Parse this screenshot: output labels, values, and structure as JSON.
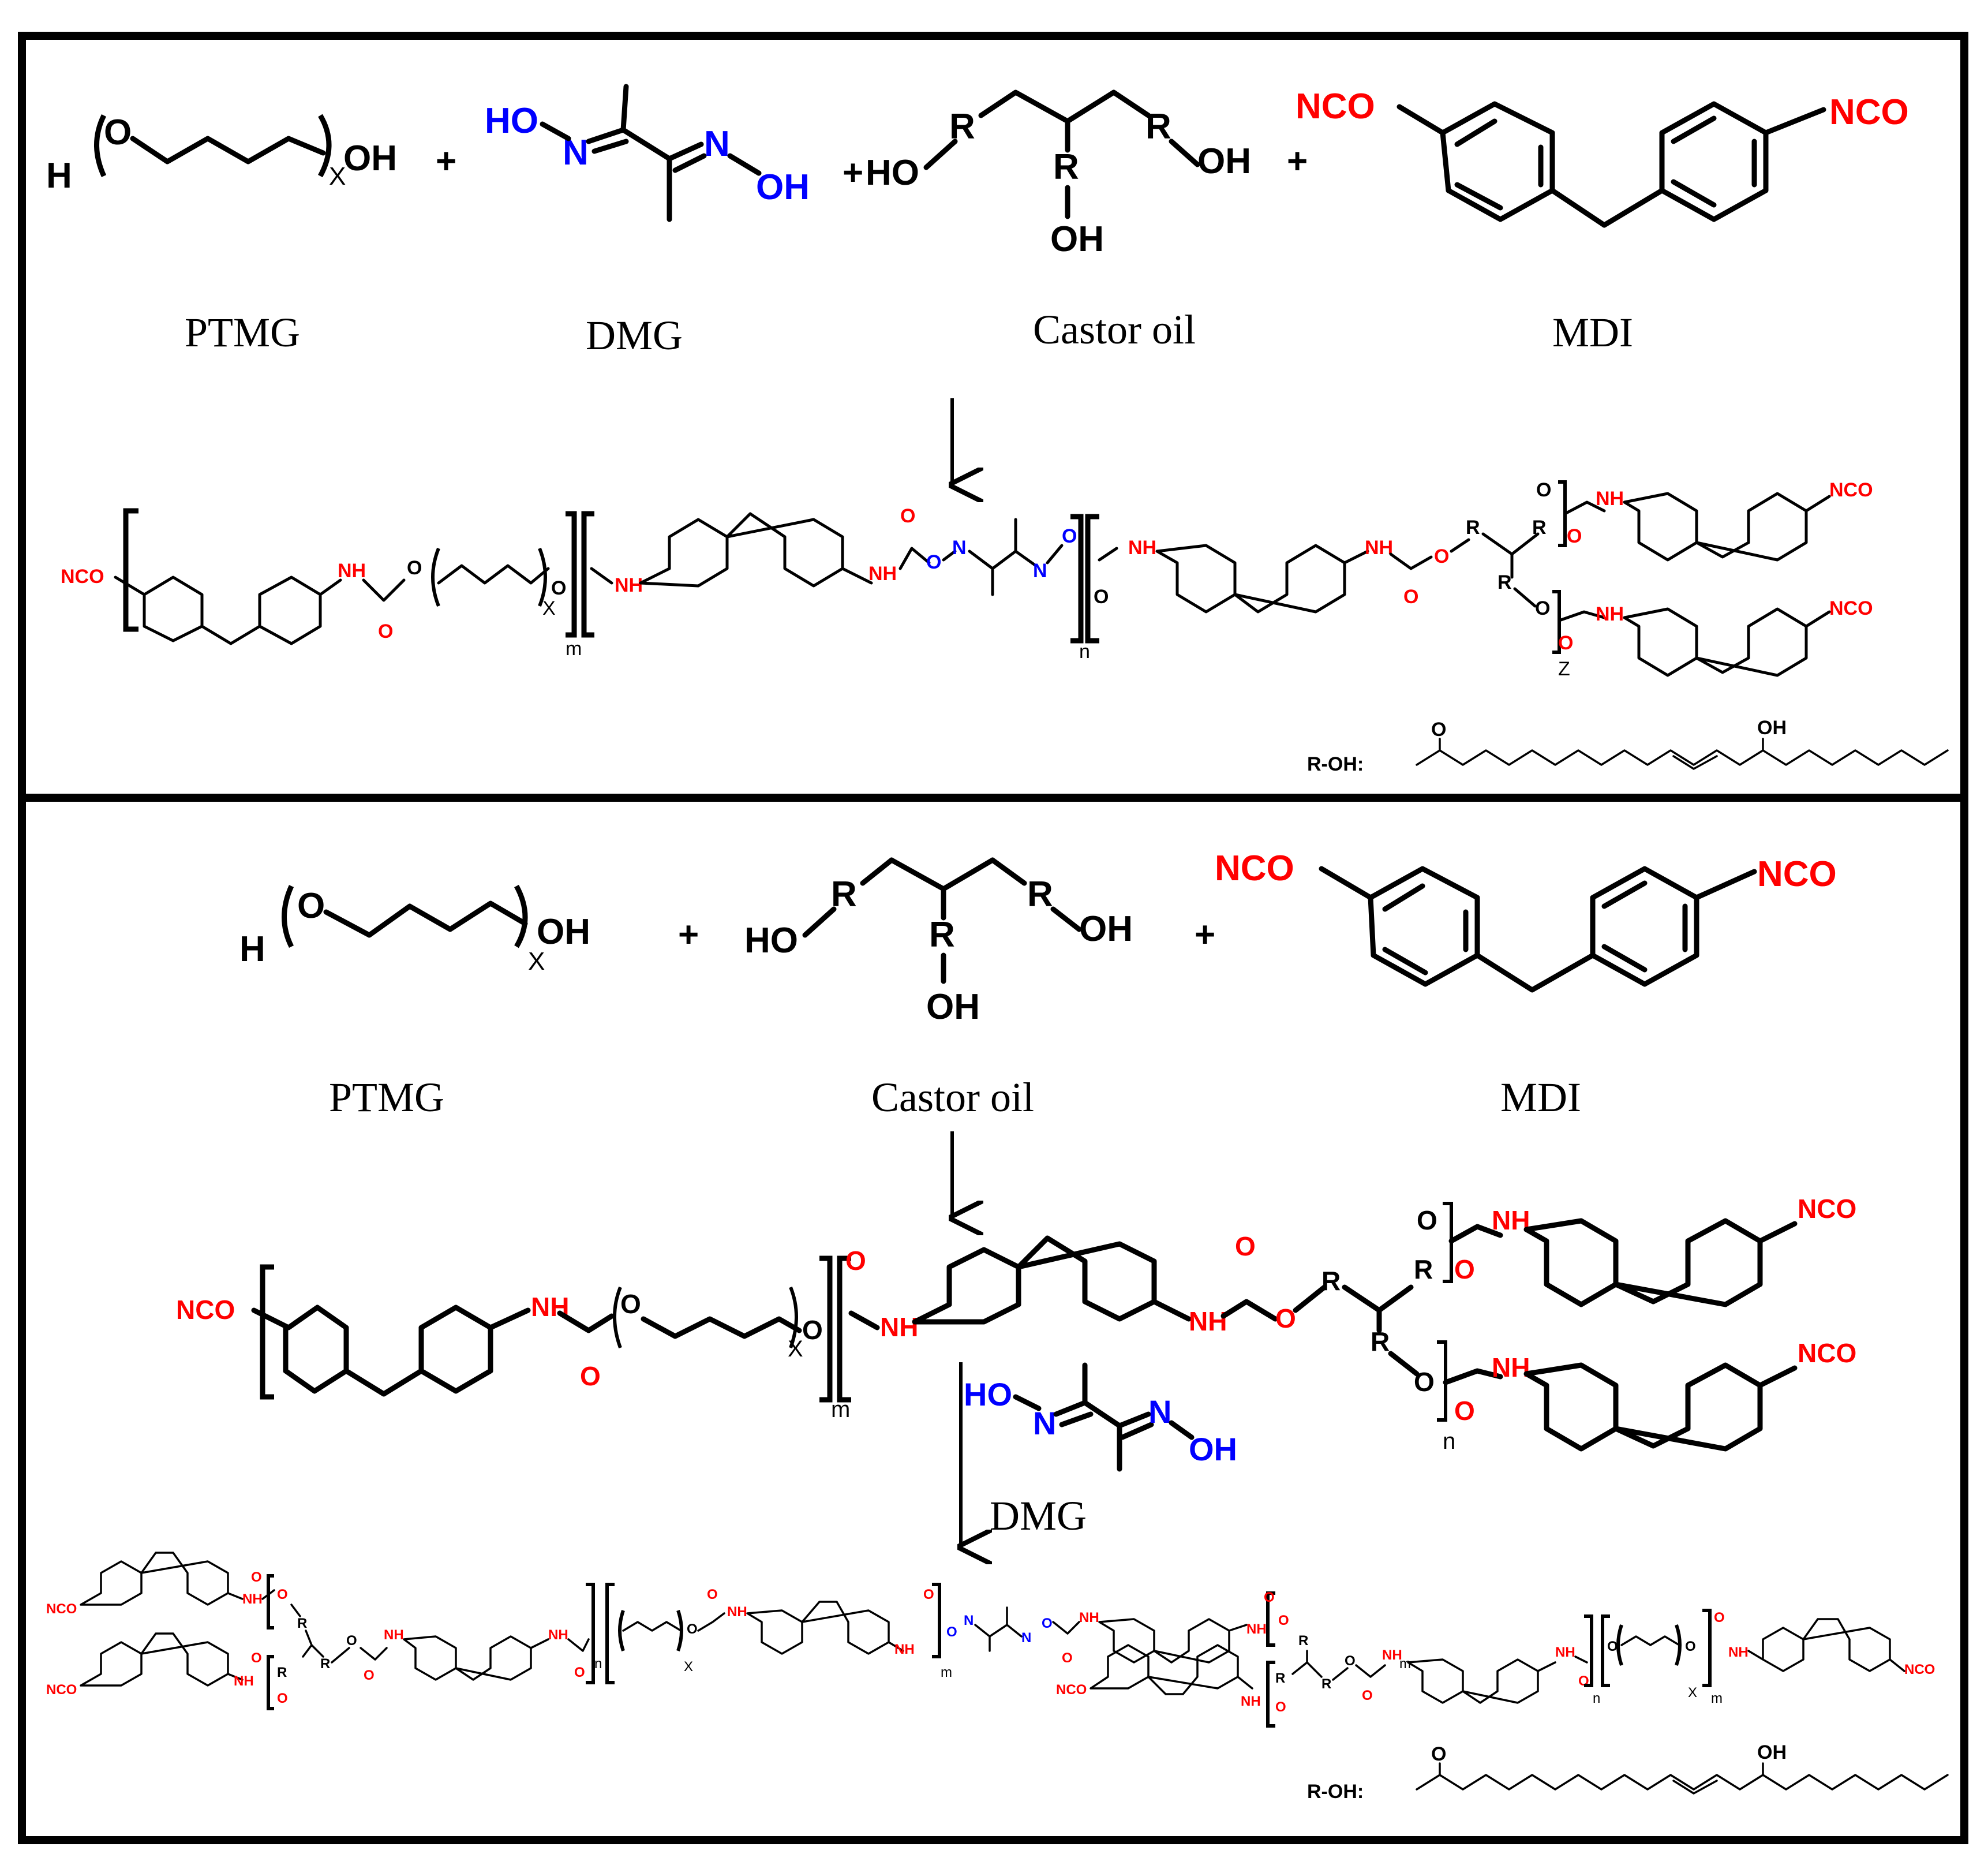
{
  "colors": {
    "nco_red": "#ff0000",
    "oxime_blue": "#0000ff",
    "ink": "#000000"
  },
  "panel_top": {
    "atoms": {
      "h": "H",
      "o": "O",
      "oh": "OH",
      "x": "X",
      "plus": "+",
      "ho": "HO",
      "n": "N",
      "r": "R",
      "nco": "NCO",
      "nh": "NH",
      "m": "m",
      "n_sub": "n",
      "z": "Z",
      "roh": "R-OH:"
    },
    "names": [
      "PTMG",
      "DMG",
      "Castor oil",
      "MDI"
    ]
  },
  "panel_bottom": {
    "atoms": {
      "h": "H",
      "o": "O",
      "oh": "OH",
      "x": "X",
      "plus": "+",
      "ho": "HO",
      "n": "N",
      "r": "R",
      "nco": "NCO",
      "nh": "NH",
      "m": "m",
      "n_sub": "n",
      "roh": "R-OH:"
    },
    "names": [
      "PTMG",
      "Castor oil",
      "MDI"
    ],
    "reagent_label": "DMG"
  }
}
